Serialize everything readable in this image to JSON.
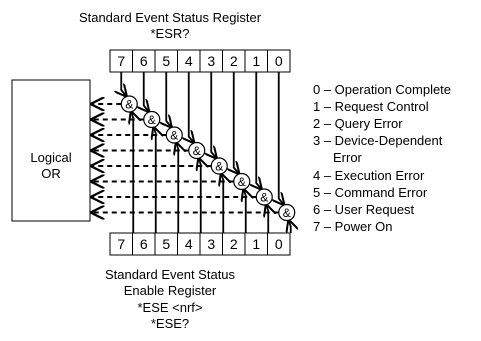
{
  "top_register": {
    "title": "Standard Event Status Register",
    "query": "*ESR?",
    "bits": [
      "7",
      "6",
      "5",
      "4",
      "3",
      "2",
      "1",
      "0"
    ]
  },
  "bottom_register": {
    "title_line1": "Standard Event Status",
    "title_line2": "Enable Register",
    "set_command": "*ESE <nrf>",
    "query": "*ESE?",
    "bits": [
      "7",
      "6",
      "5",
      "4",
      "3",
      "2",
      "1",
      "0"
    ]
  },
  "logic": {
    "box_line1": "Logical",
    "box_line2": "OR",
    "and_symbol": "&"
  },
  "legend": [
    "0 – Operation Complete",
    "1 – Request Control",
    "2 – Query Error",
    "3 – Device-Dependent",
    "Error",
    "4 – Execution Error",
    "5 – Command Error",
    "6 – User Request",
    "7 – Power On"
  ]
}
